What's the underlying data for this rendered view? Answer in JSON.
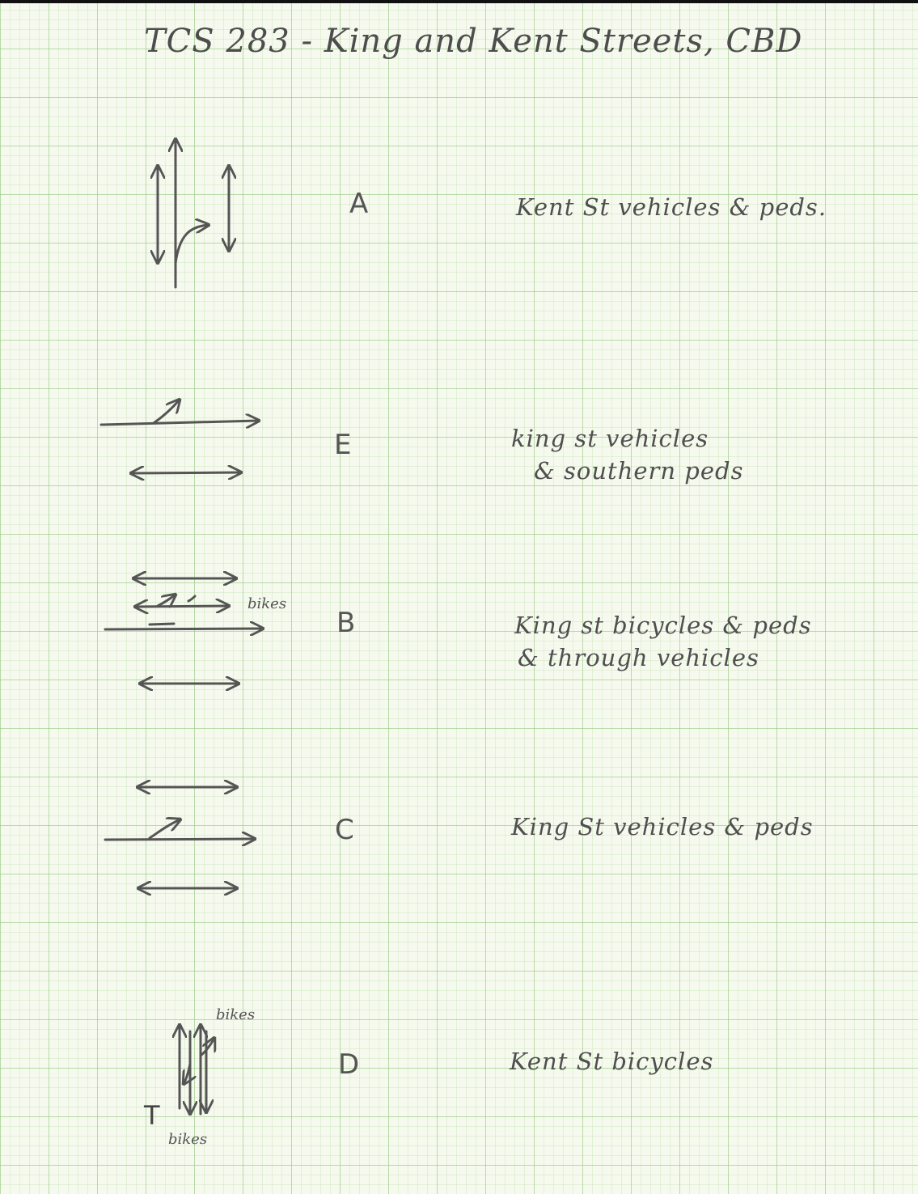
{
  "title": "TCS 283 - King and Kent Streets, CBD",
  "phases": [
    {
      "letter": "A",
      "description_lines": [
        "Kent St vehicles & peds."
      ]
    },
    {
      "letter": "E",
      "description_lines": [
        "king st vehicles",
        "& southern peds"
      ]
    },
    {
      "letter": "B",
      "description_lines": [
        "King st bicycles & peds",
        "& through vehicles"
      ],
      "diagram_label": "bikes"
    },
    {
      "letter": "C",
      "description_lines": [
        "King St vehicles & peds"
      ]
    },
    {
      "letter": "D",
      "description_lines": [
        "Kent St bicycles"
      ],
      "diagram_labels": [
        "bikes",
        "bikes"
      ],
      "diagram_mark": "T"
    }
  ],
  "colors": {
    "paper": "#f6f9ee",
    "grid": "#96c882",
    "pencil": "#555555"
  },
  "icons": [
    "arrow-icon",
    "double-arrow-icon",
    "turn-arrow-icon"
  ]
}
